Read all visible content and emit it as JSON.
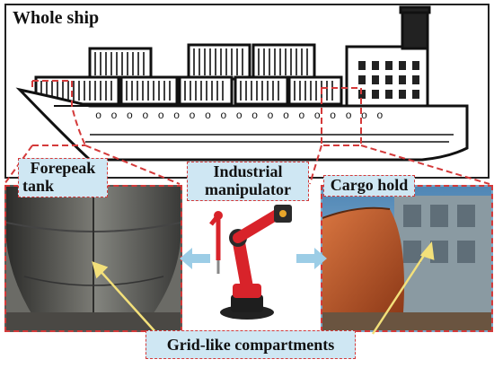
{
  "ship": {
    "title": "Whole ship",
    "portholes": "o o o o o o o o o o o o o o o o o o o"
  },
  "labels": {
    "forepeak": [
      "Forepeak",
      "tank"
    ],
    "manipulator": [
      "Industrial",
      "manipulator"
    ],
    "cargo": "Cargo hold",
    "grid": "Grid-like compartments"
  },
  "colors": {
    "dash_red": "#d43a3a",
    "label_bg": "#cfe7f3",
    "arrow_blue": "#9ccde6",
    "pointer_yellow": "#f3e07a",
    "robot_red": "#d8232a",
    "hull_orange": "#c8602c"
  }
}
